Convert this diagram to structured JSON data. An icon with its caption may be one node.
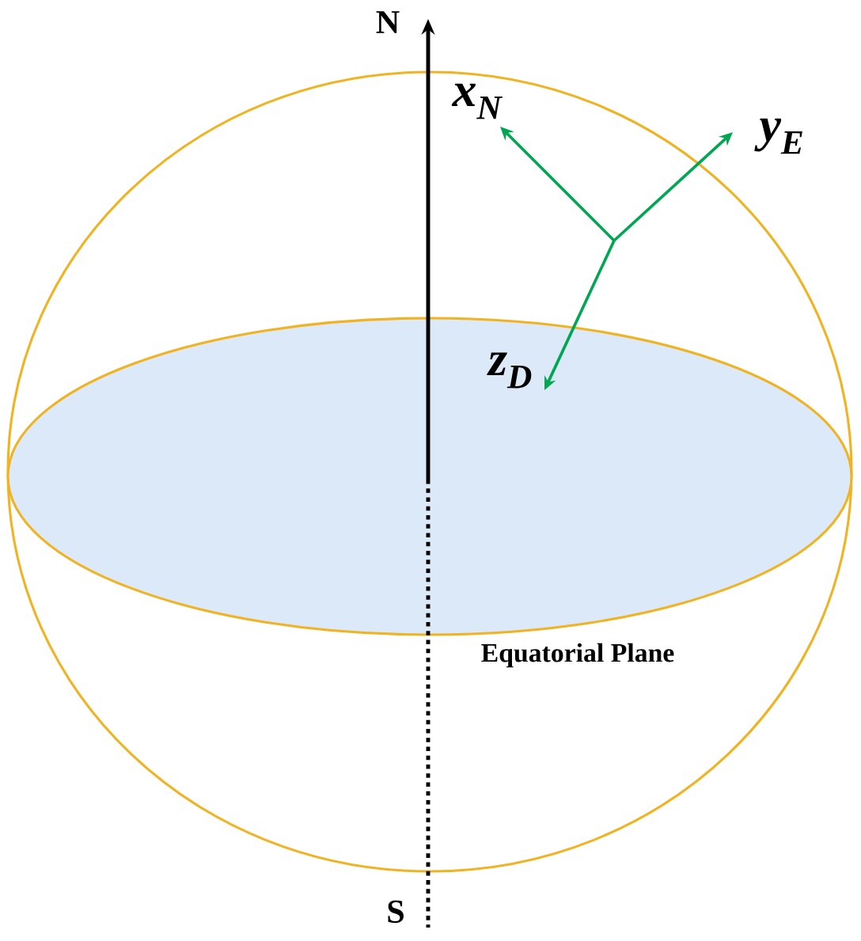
{
  "diagram": {
    "labels": [
      "N",
      "x$_{N}$",
      "y$_{E}$",
      "z$_{D}$",
      "Equatorial Plane",
      "S"
    ]
  }
}
